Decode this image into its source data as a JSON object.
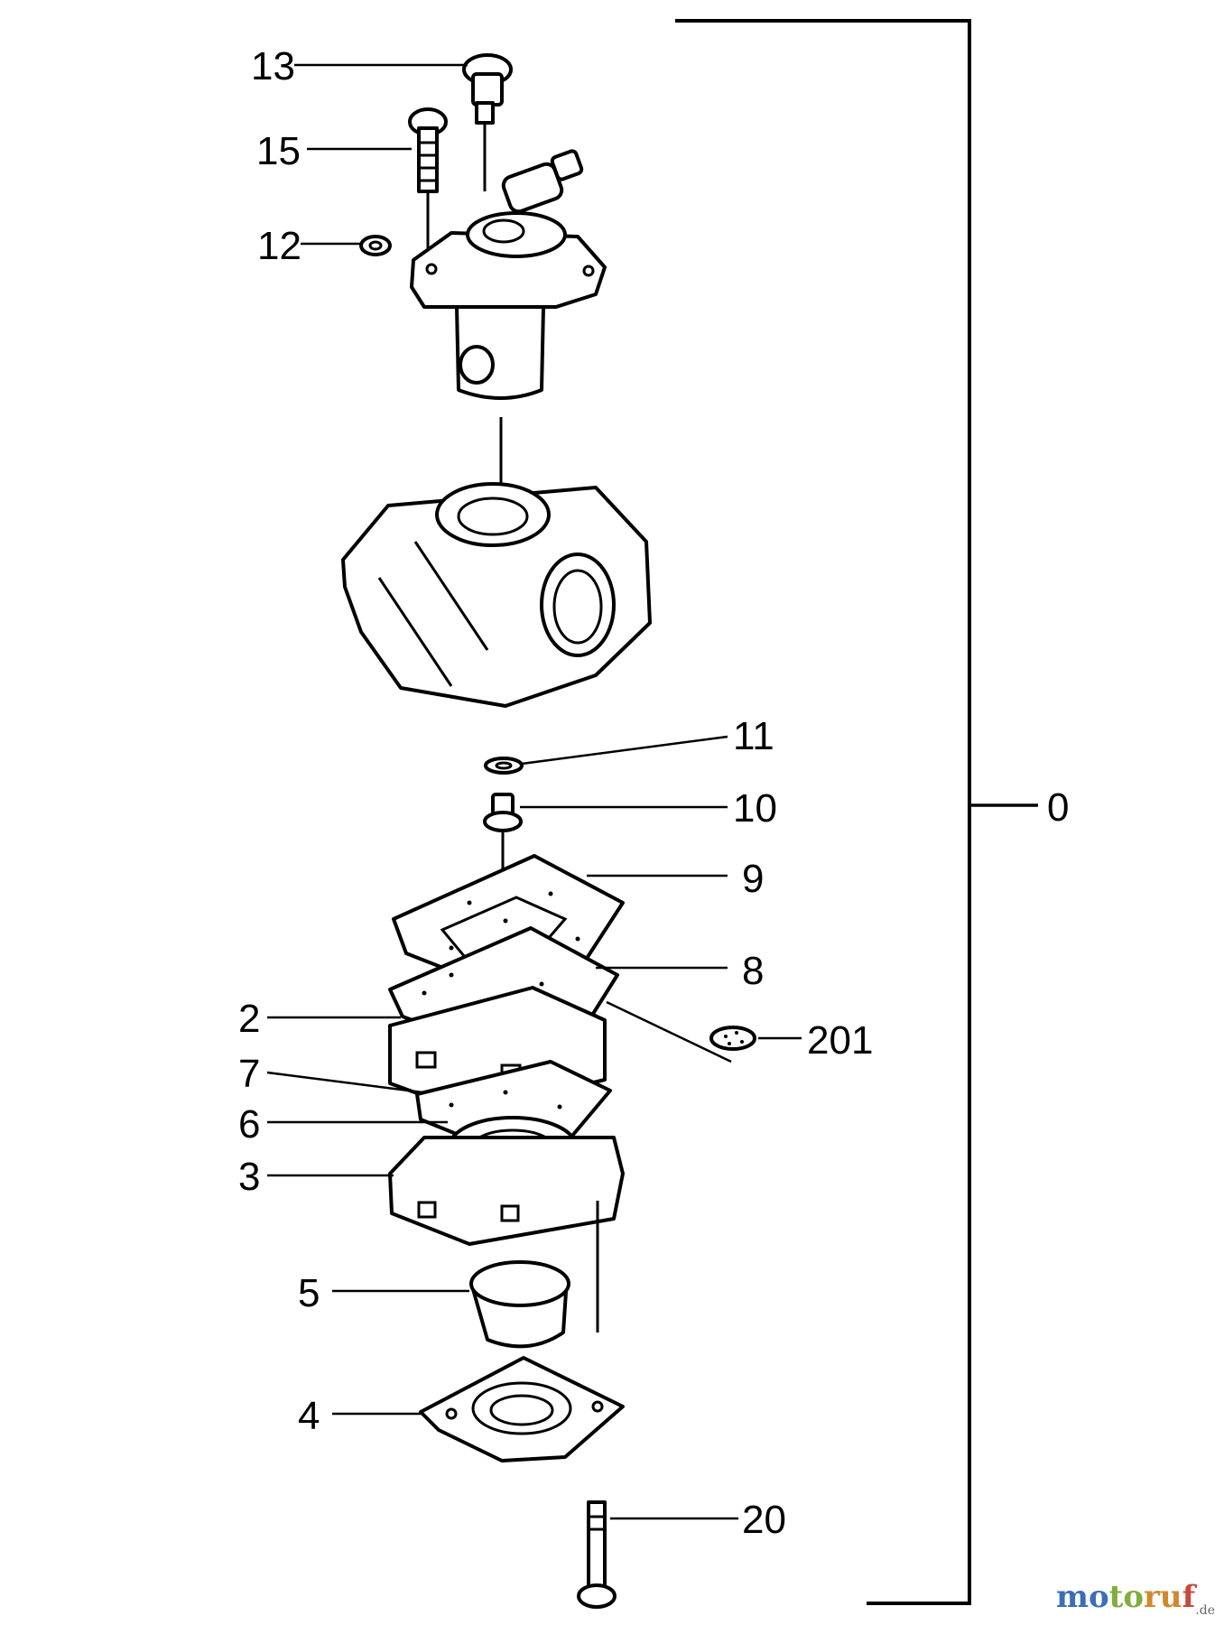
{
  "callouts": [
    {
      "id": "13",
      "text": "13"
    },
    {
      "id": "15",
      "text": "15"
    },
    {
      "id": "12",
      "text": "12"
    },
    {
      "id": "11",
      "text": "11"
    },
    {
      "id": "10",
      "text": "10"
    },
    {
      "id": "9",
      "text": "9"
    },
    {
      "id": "8",
      "text": "8"
    },
    {
      "id": "2",
      "text": "2"
    },
    {
      "id": "201",
      "text": "201"
    },
    {
      "id": "7",
      "text": "7"
    },
    {
      "id": "6",
      "text": "6"
    },
    {
      "id": "3",
      "text": "3"
    },
    {
      "id": "5",
      "text": "5"
    },
    {
      "id": "4",
      "text": "4"
    },
    {
      "id": "20",
      "text": "20"
    },
    {
      "id": "0",
      "text": "0"
    }
  ],
  "logo": {
    "name": "motoruf",
    "suffix": ".de"
  },
  "colors": {
    "line": "#000000",
    "background": "#ffffff"
  }
}
